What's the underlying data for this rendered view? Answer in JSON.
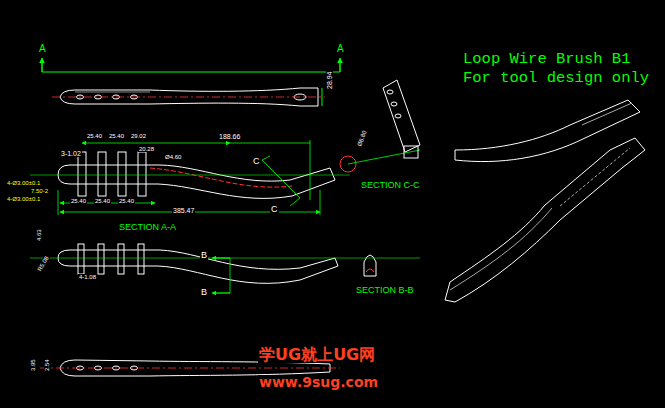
{
  "diagram": {
    "title": "Loop Wire Brush B1 For tool design only",
    "labels": [
      "A",
      "A",
      "28.94",
      "3-1.02",
      "25.40",
      "25.40",
      "29.02",
      "188.66",
      "20.28",
      "Ø4.60",
      "C",
      "C",
      "4-Ø3.00±0.1",
      "7.50-2",
      "4-Ø3.00±0.1",
      "25.40",
      "25.40",
      "25.40",
      "385.47",
      "SECTION A-A",
      "Ø6.80",
      "SECTION C-C",
      "B",
      "B",
      "4.63",
      "R5.08",
      "4-1.08",
      "SECTION B-B",
      "3.95",
      "2.54",
      "学UG就上UG网",
      "www.9sug.com"
    ]
  }
}
